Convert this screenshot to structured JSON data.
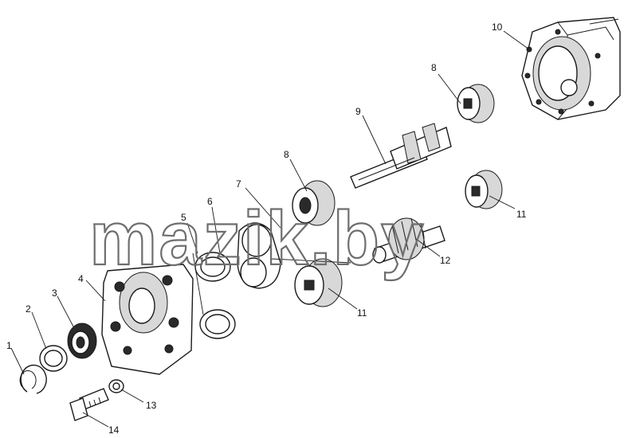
{
  "watermark": "mazik.by",
  "callouts": [
    "1",
    "2",
    "3",
    "4",
    "5",
    "6",
    "7",
    "8",
    "8",
    "9",
    "10",
    "11",
    "11",
    "12",
    "13",
    "14"
  ]
}
